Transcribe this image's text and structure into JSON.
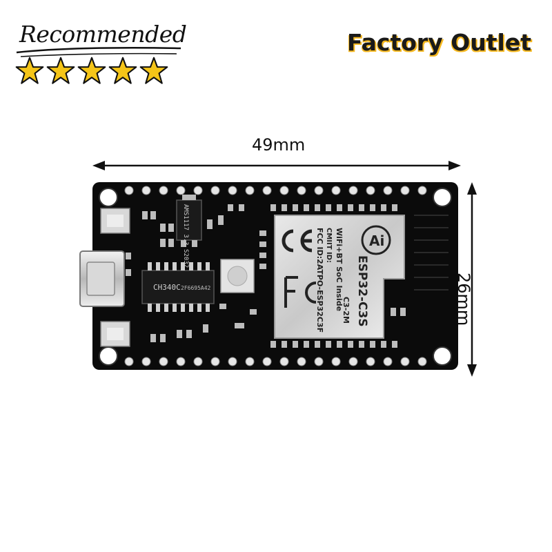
{
  "badge": {
    "text": "Recommended",
    "rating_stars": 5,
    "star_color": "#f5c518"
  },
  "brand": {
    "text": "Factory Outlet",
    "accent_color": "#f5b820"
  },
  "dimensions": {
    "width_label": "49mm",
    "height_label": "26mm"
  },
  "board": {
    "pcb_color": "#0b0b0b",
    "module": {
      "line1": "ESP32-C3S",
      "line2": "FCC ID:2ATPO-ESP32C3F",
      "line3": "CMIIT ID:",
      "line4": "WiFi+BT SoC Inside",
      "line5": "C3-2M",
      "logo": "Ai"
    },
    "regulator_text": "AMS1117\n3.3 S2032",
    "usb_chip_text": "CH340C",
    "usb_chip_code": "2F6695A42"
  }
}
